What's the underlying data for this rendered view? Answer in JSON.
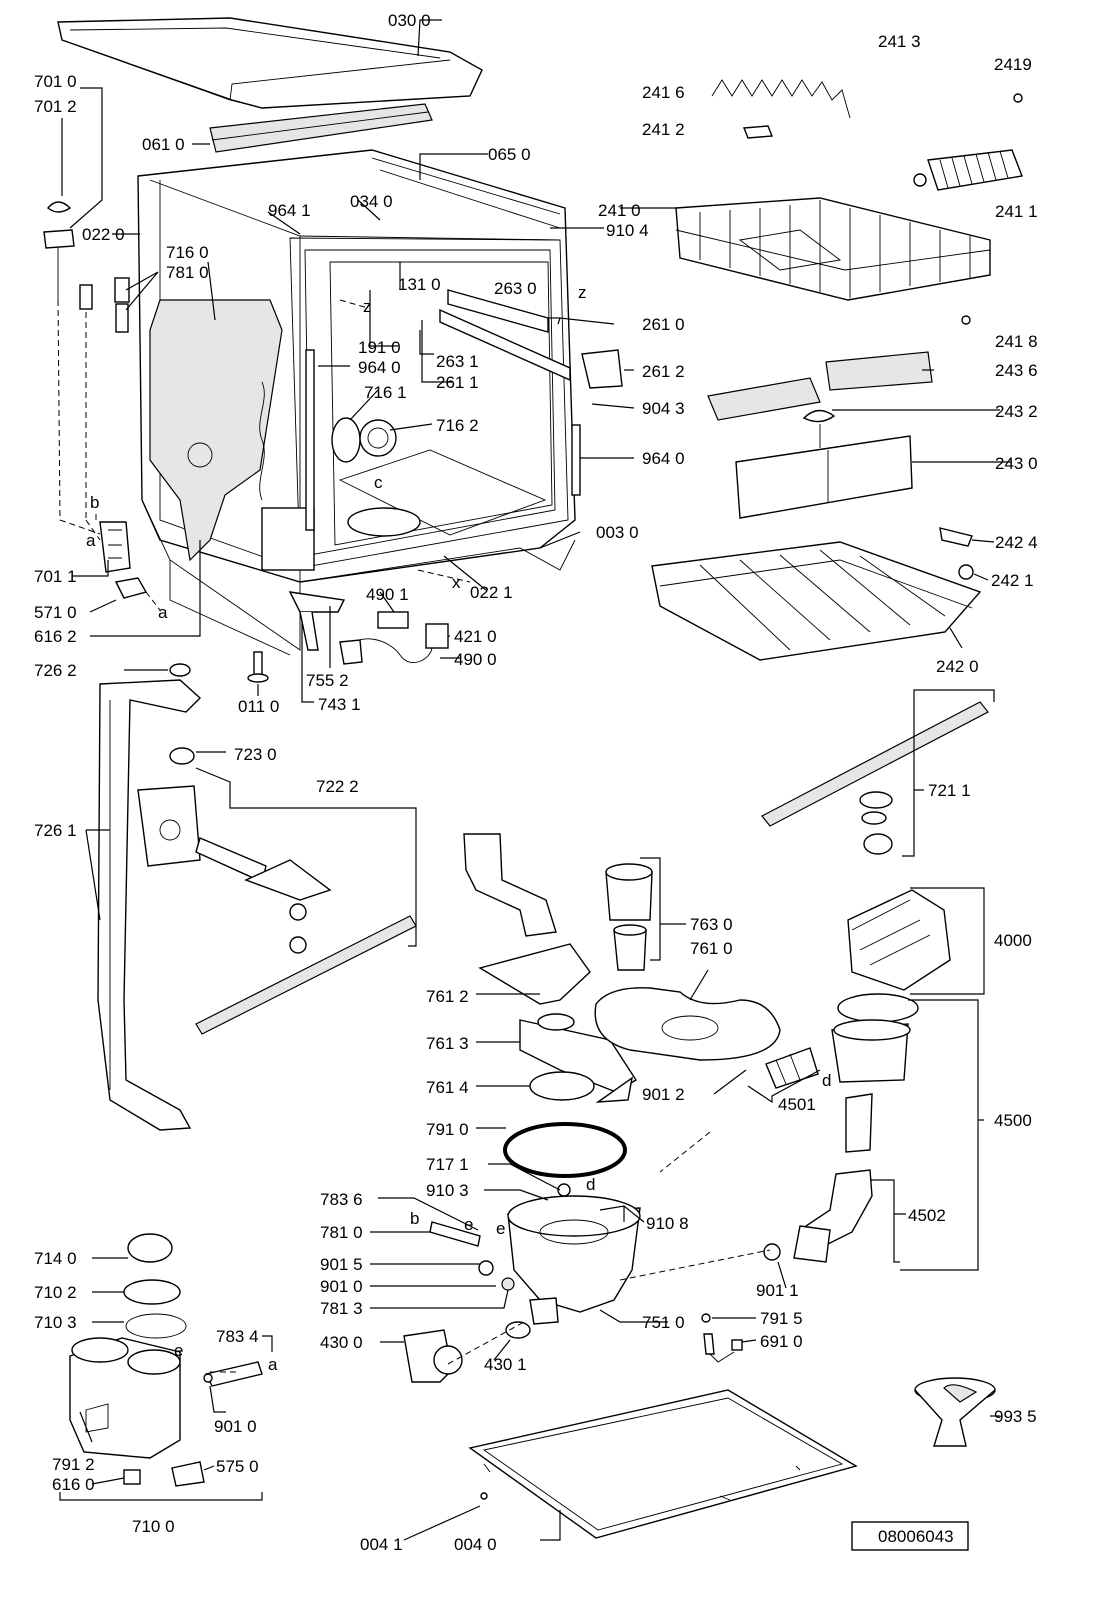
{
  "drawing_number": "08006043",
  "labels": [
    "030 0",
    "701 0",
    "701 2",
    "061 0",
    "065 0",
    "034 0",
    "022 0",
    "964 1",
    "910 4",
    "241 0",
    "241 1",
    "241 2",
    "241 3",
    "241 6",
    "2419",
    "241 8",
    "716 0",
    "781 0",
    "131 0",
    "263 0",
    "261 0",
    "191 0",
    "263 1",
    "261 1",
    "261 2",
    "243 6",
    "964 0",
    "716 1",
    "716 2",
    "904 3",
    "243 2",
    "964 0",
    "243 0",
    "003 0",
    "242 4",
    "242 1",
    "242 0",
    "701 1",
    "571 0",
    "616 2",
    "490 1",
    "421 0",
    "490 0",
    "022 1",
    "755 2",
    "743 1",
    "011 0",
    "726 2",
    "723 0",
    "722 2",
    "721 1",
    "726 1",
    "763 0",
    "761 0",
    "4000",
    "761 2",
    "761 3",
    "761 4",
    "901 2",
    "4501",
    "4500",
    "791 0",
    "717 1",
    "910 3",
    "910 8",
    "783 6",
    "781 0",
    "901 5",
    "901 0",
    "781 3",
    "4502",
    "901 1",
    "714 0",
    "710 2",
    "710 3",
    "783 4",
    "430 0",
    "430 1",
    "751 0",
    "791 5",
    "691 0",
    "901 0",
    "791 2",
    "616 0",
    "575 0",
    "710 0",
    "993 5",
    "004 1",
    "004 0"
  ],
  "letters": [
    "z",
    "z",
    "b",
    "a",
    "a",
    "c",
    "x",
    "e",
    "d",
    "b",
    "e",
    "d",
    "e",
    "a"
  ]
}
